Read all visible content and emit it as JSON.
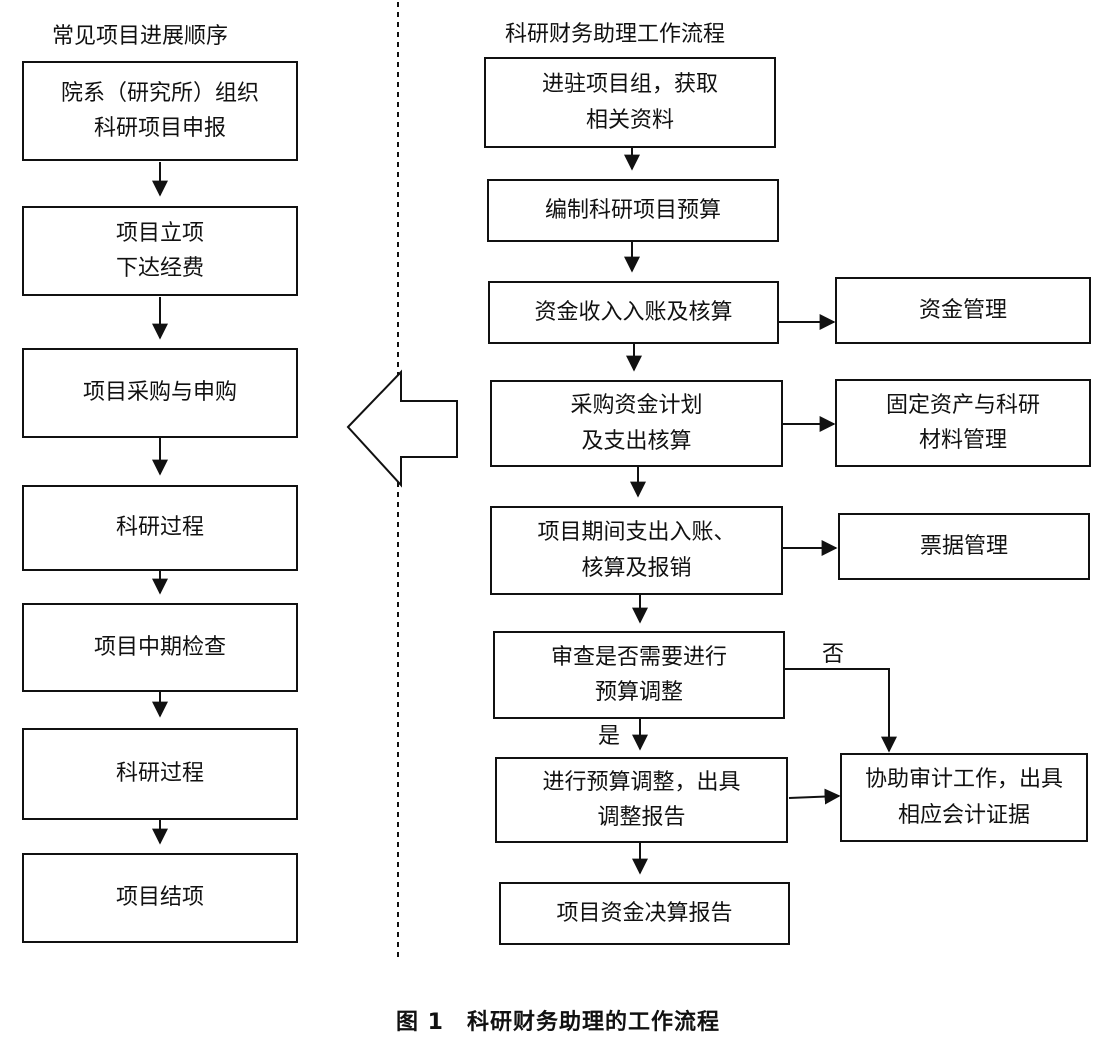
{
  "titles": {
    "left": "常见项目进展顺序",
    "right": "科研财务助理工作流程"
  },
  "left_flow": [
    "院系（研究所）组织\n科研项目申报",
    "项目立项\n下达经费",
    "项目采购与申购",
    "科研过程",
    "项目中期检查",
    "科研过程",
    "项目结项"
  ],
  "right_flow": [
    "进驻项目组，获取\n相关资料",
    "编制科研项目预算",
    "资金收入入账及核算",
    "采购资金计划\n及支出核算",
    "项目期间支出入账、\n核算及报销",
    "审查是否需要进行\n预算调整",
    "进行预算调整，出具\n调整报告",
    "项目资金决算报告"
  ],
  "side_boxes": [
    "资金管理",
    "固定资产与科研\n材料管理",
    "票据管理",
    "协助审计工作，出具\n相应会计证据"
  ],
  "labels": {
    "no": "否",
    "yes": "是"
  },
  "caption": "图 1　科研财务助理的工作流程"
}
